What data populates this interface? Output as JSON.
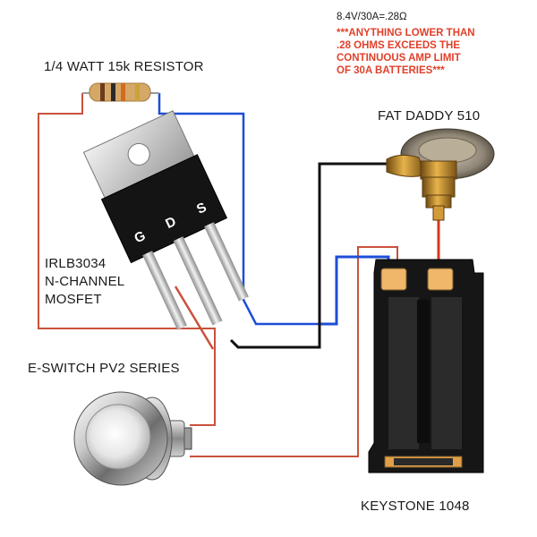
{
  "formula": "8.4V/30A=.28Ω",
  "warning_lines": [
    "***ANYTHING LOWER THAN",
    ".28 OHMS EXCEEDS THE",
    "CONTINUOUS AMP LIMIT",
    "OF 30A BATTERIES***"
  ],
  "labels": {
    "resistor": "1/4 WATT 15k RESISTOR",
    "fire_button_510": "FAT DADDY 510",
    "mosfet_line1": "IRLB3034",
    "mosfet_line2": "N-CHANNEL",
    "mosfet_line3": "MOSFET",
    "switch": "E-SWITCH PV2 SERIES",
    "battery_holder": "KEYSTONE 1048"
  },
  "pins": {
    "g": "G",
    "d": "D",
    "s": "S"
  },
  "colors": {
    "wire_red": "#c9513c",
    "wire_blue": "#1d4fd6",
    "wire_black": "#111111",
    "warning_text": "#e0402a"
  }
}
